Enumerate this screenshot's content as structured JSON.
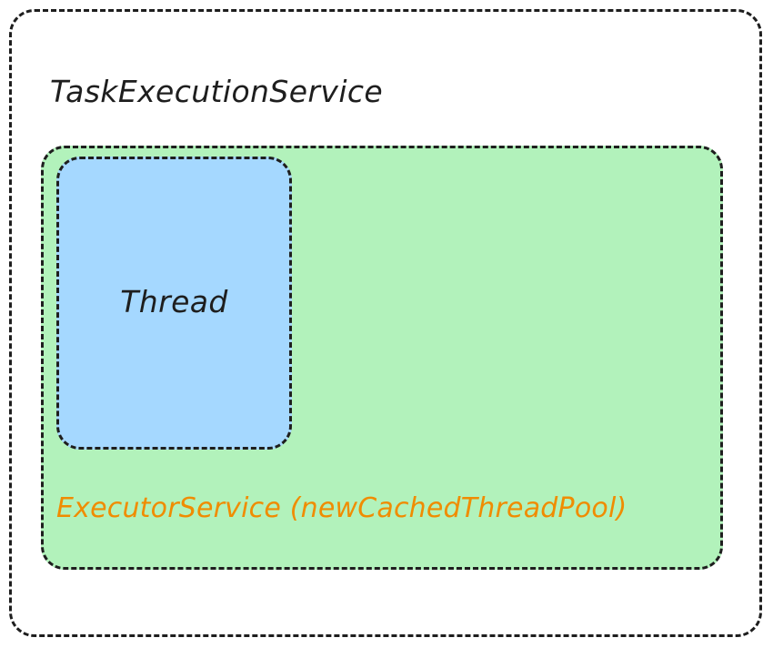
{
  "diagram": {
    "type": "nested-containment-diagram",
    "style": "hand-drawn",
    "background": "#ffffff",
    "outer": {
      "label": "TaskExecutionService",
      "fill": "#ffffff",
      "stroke": "#1e1e1e",
      "text_color": "#1e1e1e",
      "border_style": "dashed"
    },
    "executor": {
      "label": "ExecutorService  (newCachedThreadPool)",
      "fill": "#b2f2bb",
      "stroke": "#1e1e1e",
      "text_color": "#f08c00",
      "border_style": "dashed"
    },
    "thread": {
      "label": "Thread",
      "fill": "#a5d8ff",
      "stroke": "#1e1e1e",
      "text_color": "#1e1e1e",
      "border_style": "dashed"
    }
  }
}
